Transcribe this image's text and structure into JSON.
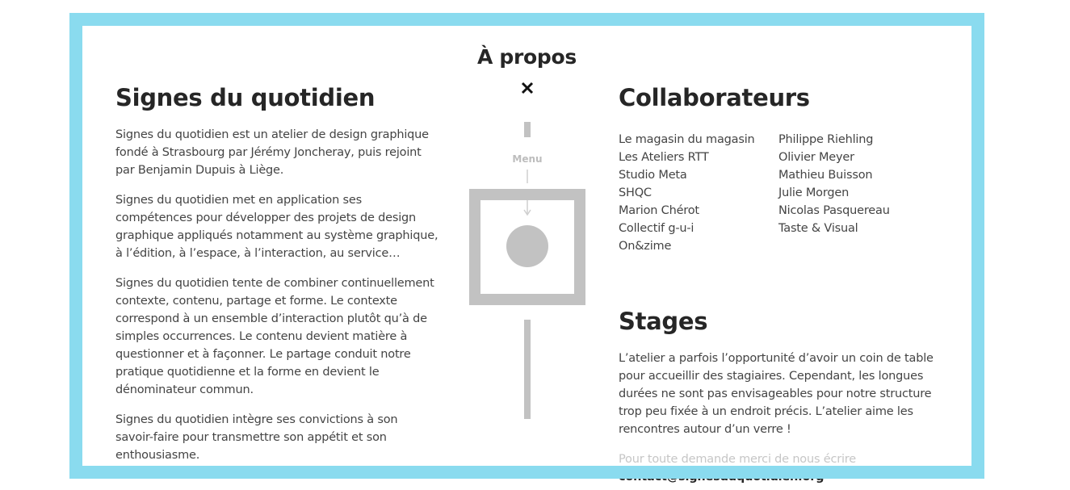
{
  "page": {
    "title": "À propos",
    "close_icon": "close-icon"
  },
  "about": {
    "heading": "Signes du quotidien",
    "paragraphs": [
      "Signes du quotidien est un atelier de design graphique fondé à Strasbourg par Jérémy Joncheray, puis rejoint par Benjamin Dupuis à Liège.",
      "Signes du quotidien met en application ses compétences pour développer des projets de design graphique appliqués notamment au système graphique, à l’édition, à l’espace, à l’interaction, au service…",
      "Signes du quotidien tente de combiner continuellement contexte, contenu, partage et forme. Le contexte correspond à un ensemble d’interaction plutôt qu’à de simples occurrences. Le contenu devient matière à questionner et à façonner. Le partage conduit notre pratique quotidienne et la forme en devient le dénominateur commun.",
      "Signes du quotidien intègre ses convictions à son savoir-faire pour transmettre son appétit et son enthousiasme."
    ]
  },
  "menu_diagram": {
    "label": "Menu"
  },
  "collaborateurs": {
    "heading": "Collaborateurs",
    "column1": [
      "Le magasin du magasin",
      "Les Ateliers RTT",
      "Studio Meta",
      "SHQC",
      "Marion Chérot",
      "Collectif g-u-i",
      "On&zime"
    ],
    "column2": [
      "Philippe Riehling",
      "Olivier Meyer",
      "Mathieu Buisson",
      "Julie Morgen",
      "Nicolas Pasquereau",
      "Taste & Visual"
    ]
  },
  "stages": {
    "heading": "Stages",
    "text": "L’atelier a parfois l’opportunité d’avoir un coin de table pour accueillir des stagiaires. Cependant, les longues durées ne sont pas envisageables pour notre structure trop peu fixée à un endroit précis. L’atelier aime les rencontres autour d’un verre !",
    "contact_prompt": "Pour toute demande merci de nous écrire",
    "contact_email": "contact@signesduquotidien.org"
  },
  "colors": {
    "frame": "#8adbef",
    "diagram_gray": "#c2c2c2",
    "text": "#444444",
    "heading": "#262626"
  }
}
